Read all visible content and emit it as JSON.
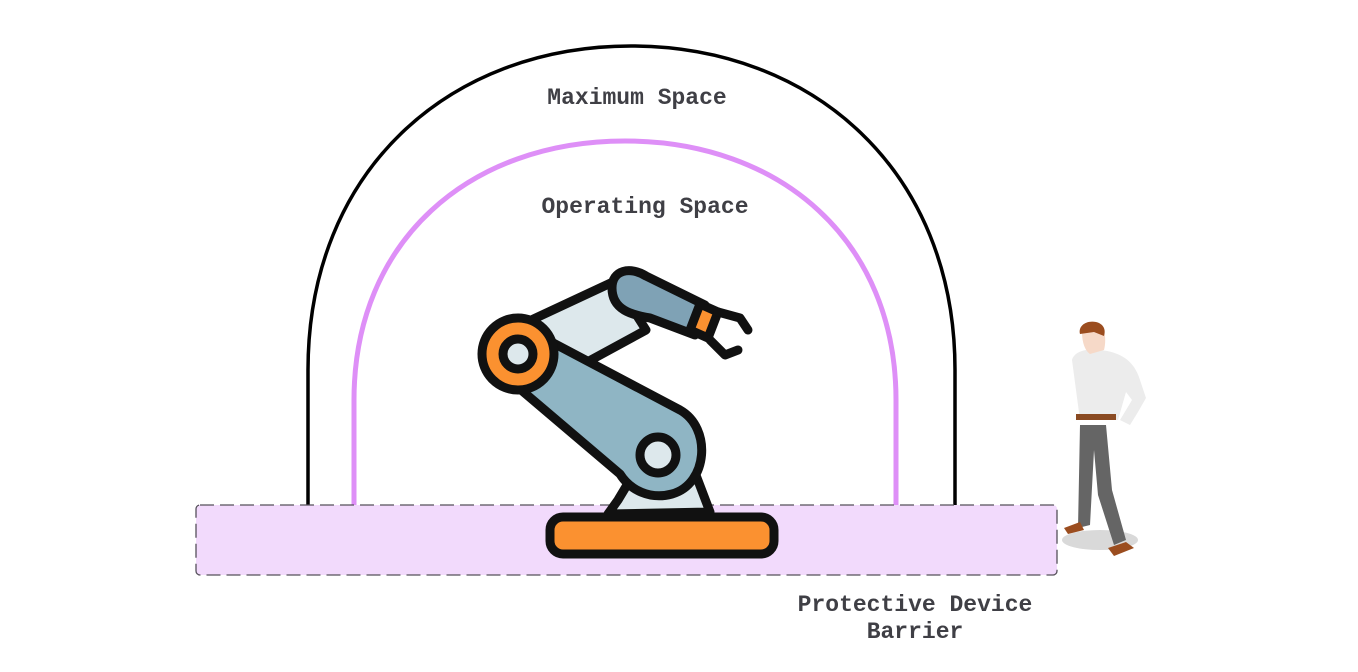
{
  "diagram": {
    "labels": {
      "maximum_space": "Maximum Space",
      "operating_space": "Operating Space",
      "barrier_line1": "Protective Device",
      "barrier_line2": "Barrier"
    },
    "zones": [
      {
        "name": "Maximum Space",
        "shape": "arch",
        "stroke": "#000000"
      },
      {
        "name": "Operating Space",
        "shape": "arch",
        "stroke": "#de8ff7"
      },
      {
        "name": "Protective Device Barrier",
        "shape": "dashed-rectangle",
        "fill": "#f2dafc",
        "stroke": "#55505a"
      }
    ],
    "icons": {
      "robot": "industrial-robot-arm-icon",
      "person": "standing-worker-icon"
    },
    "colors": {
      "robot_orange": "#fb9130",
      "robot_blue": "#8fb5c4",
      "robot_light": "#dde8ec",
      "outline": "#111111"
    }
  }
}
